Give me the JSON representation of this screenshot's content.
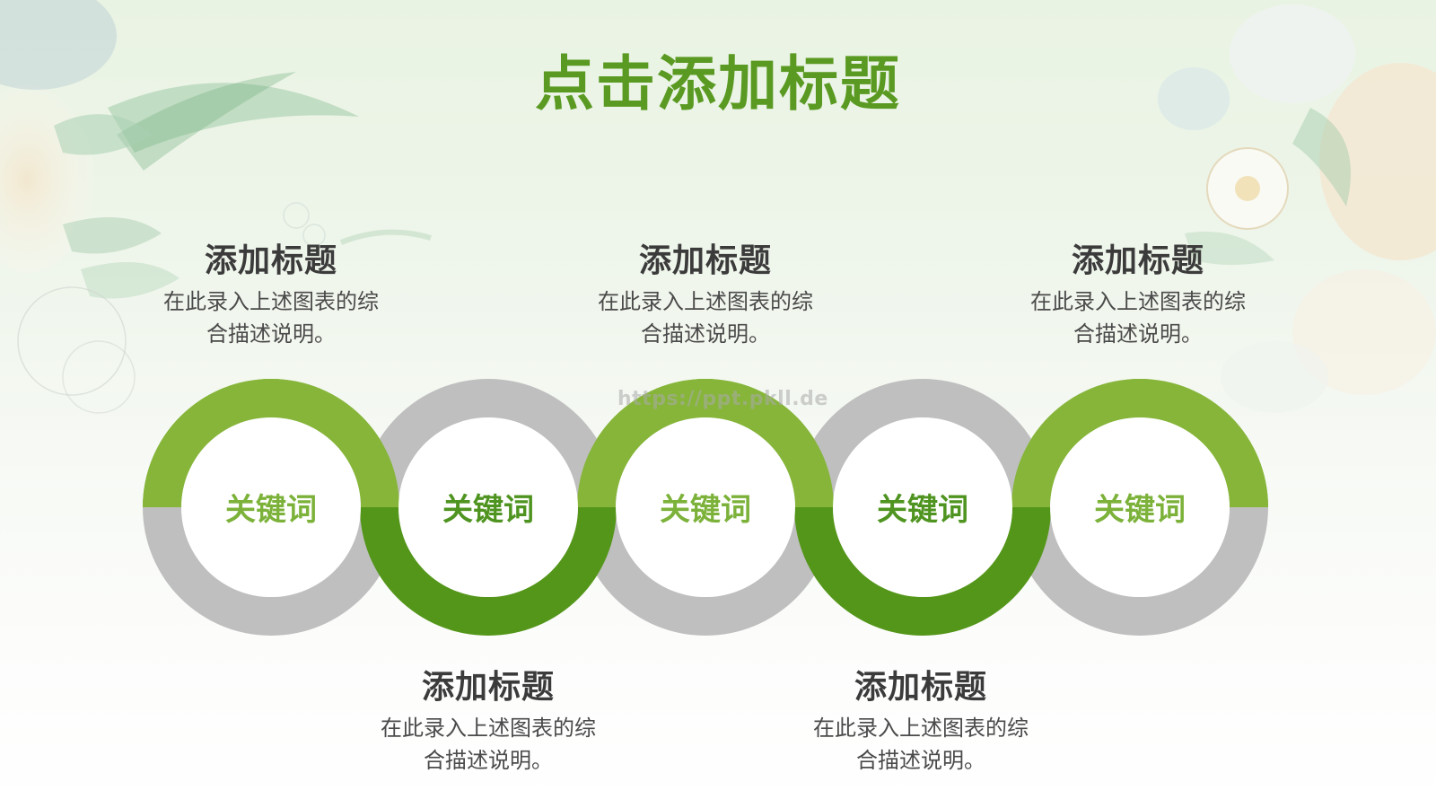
{
  "slide": {
    "title": "点击添加标题",
    "watermark": "https://ppt.pkll.de"
  },
  "colors": {
    "title_green": "#5a9a22",
    "light_green": "#86b53a",
    "dark_green": "#54961a",
    "ring_gray": "#bfbfbf",
    "keyword_light": "#7cb23a",
    "keyword_dark": "#4f9420",
    "text_dark": "#3b3b3b"
  },
  "steps": [
    {
      "keyword": "关键词",
      "heading": "添加标题",
      "desc_line1": "在此录入上述图表的综",
      "desc_line2": "合描述说明。",
      "position": "top"
    },
    {
      "keyword": "关键词",
      "heading": "添加标题",
      "desc_line1": "在此录入上述图表的综",
      "desc_line2": "合描述说明。",
      "position": "bottom"
    },
    {
      "keyword": "关键词",
      "heading": "添加标题",
      "desc_line1": "在此录入上述图表的综",
      "desc_line2": "合描述说明。",
      "position": "top"
    },
    {
      "keyword": "关键词",
      "heading": "添加标题",
      "desc_line1": "在此录入上述图表的综",
      "desc_line2": "合描述说明。",
      "position": "bottom"
    },
    {
      "keyword": "关键词",
      "heading": "添加标题",
      "desc_line1": "在此录入上述图表的综",
      "desc_line2": "合描述说明。",
      "position": "top"
    }
  ]
}
